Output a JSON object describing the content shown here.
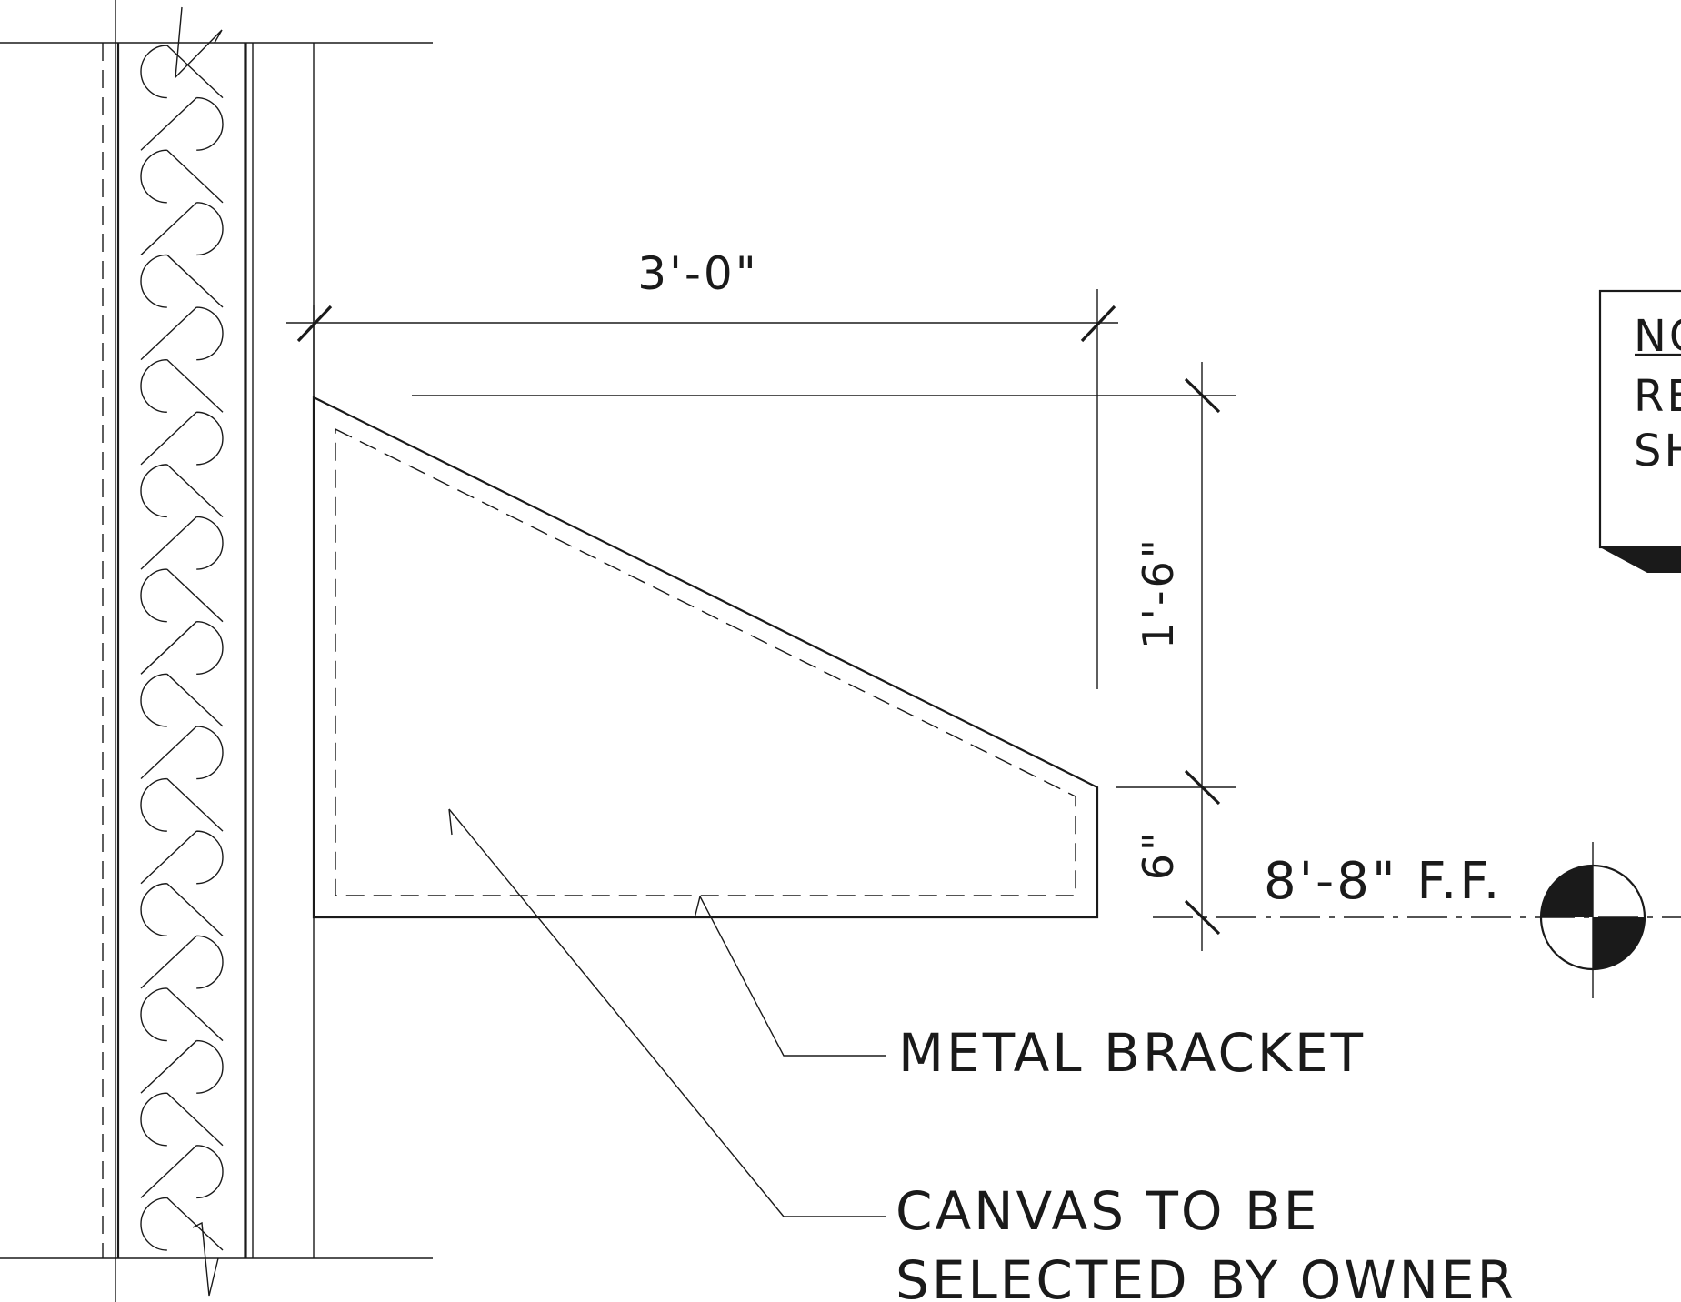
{
  "dimensions": {
    "width_label": "3'-0\"",
    "height_upper_label": "1'-6\"",
    "height_lower_label": "6\""
  },
  "elevation": {
    "label": "8'-8\" F.F."
  },
  "callouts": {
    "metal_bracket": "METAL BRACKET",
    "canvas_line1": "CANVAS TO BE",
    "canvas_line2": "SELECTED BY OWNER"
  },
  "note_box": {
    "line1": "NO",
    "line2": "RE",
    "line3": "SH"
  },
  "colors": {
    "linework": "#1a1a1a",
    "background": "#ffffff"
  }
}
